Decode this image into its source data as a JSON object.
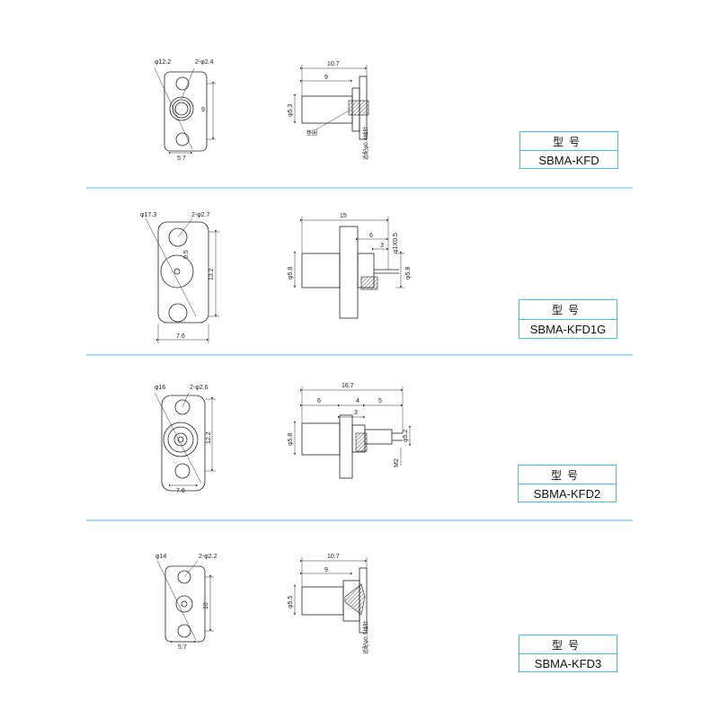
{
  "sections": [
    {
      "model_header": "型号",
      "model": "SBMA-KFD",
      "front_labels": [
        "φ12.2",
        "2-φ2.4",
        "9",
        "5.7"
      ],
      "side_labels": [
        "10.7",
        "9",
        "φ5.3",
        "垫圈",
        "适配φ0.4插针"
      ]
    },
    {
      "model_header": "型号",
      "model": "SBMA-KFD1G",
      "front_labels": [
        "φ17.3",
        "2-φ2.7",
        "0.5",
        "13.2",
        "7.6"
      ],
      "side_labels": [
        "15",
        "6",
        "3",
        "φ1X0.5",
        "φ5.8",
        "φ5.8"
      ]
    },
    {
      "model_header": "型号",
      "model": "SBMA-KFD2",
      "front_labels": [
        "φ16",
        "2-φ2.6",
        "12.2",
        "7.6"
      ],
      "side_labels": [
        "16.7",
        "6",
        "4",
        "5",
        "3",
        "φ5.8",
        "φ5.2",
        "M2"
      ]
    },
    {
      "model_header": "型号",
      "model": "SBMA-KFD3",
      "front_labels": [
        "φ14",
        "2-φ2.2",
        "10",
        "5.7"
      ],
      "side_labels": [
        "10.7",
        "9",
        "φ5.5",
        "适配φ0.5插针"
      ]
    }
  ],
  "colors": {
    "divider": "#4fb8e6",
    "box_border": "#4fb8e6",
    "ink": "#222222"
  }
}
